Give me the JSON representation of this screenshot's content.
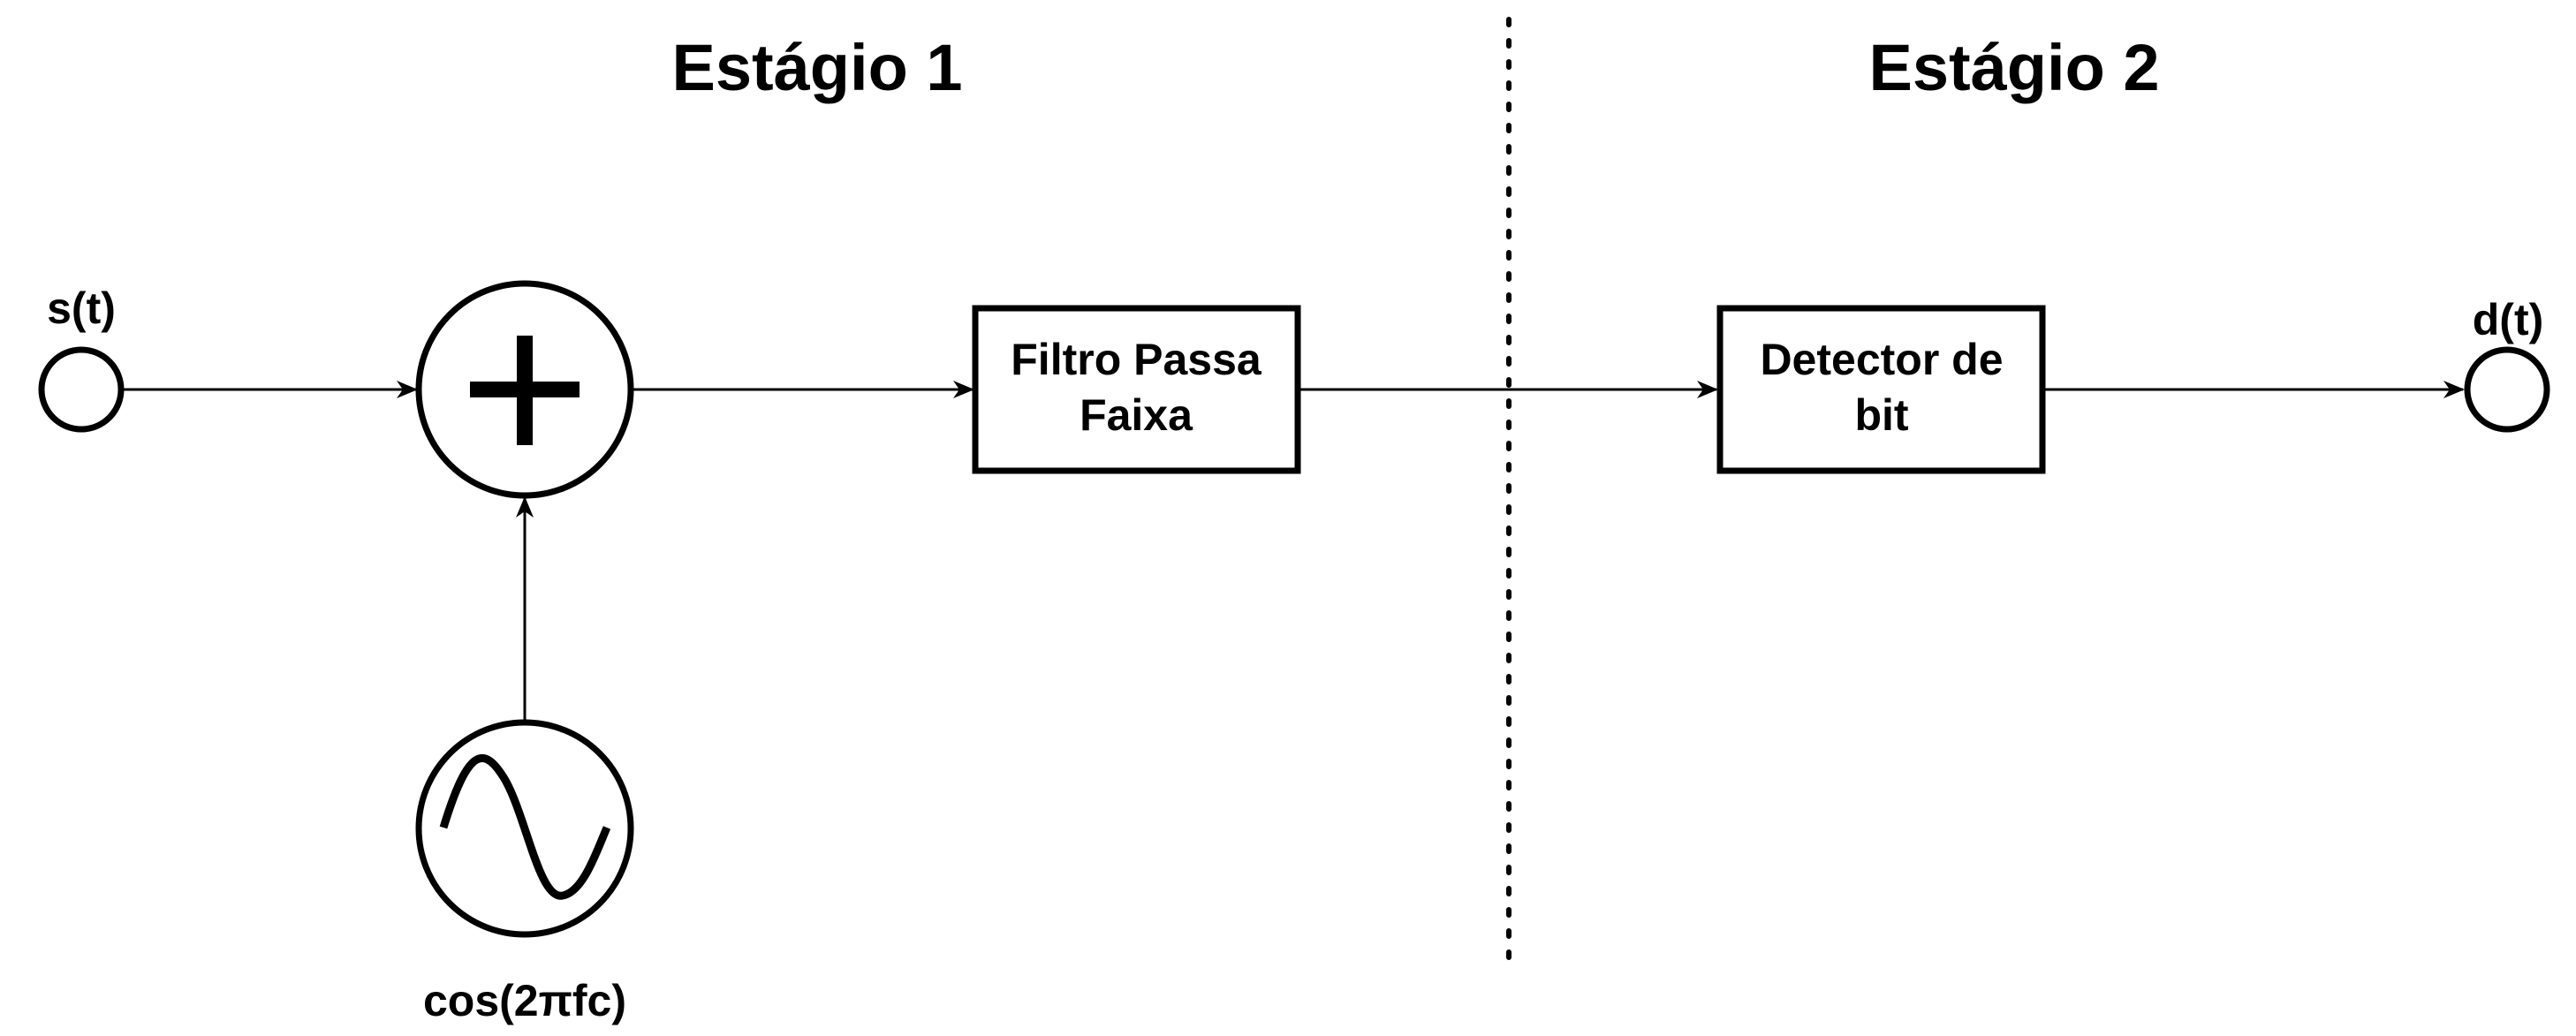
{
  "stages": {
    "stage1_title": "Estágio 1",
    "stage2_title": "Estágio 2"
  },
  "signals": {
    "input_label": "s(t)",
    "output_label": "d(t)",
    "carrier_label": "cos(2πfc)"
  },
  "blocks": {
    "bandpass_filter": {
      "line1": "Filtro Passa",
      "line2": "Faixa"
    },
    "bit_detector": {
      "line1": "Detector de",
      "line2": "bit"
    }
  },
  "symbols": {
    "adder_icon": "plus-icon",
    "oscillator_icon": "sine-wave-icon"
  }
}
